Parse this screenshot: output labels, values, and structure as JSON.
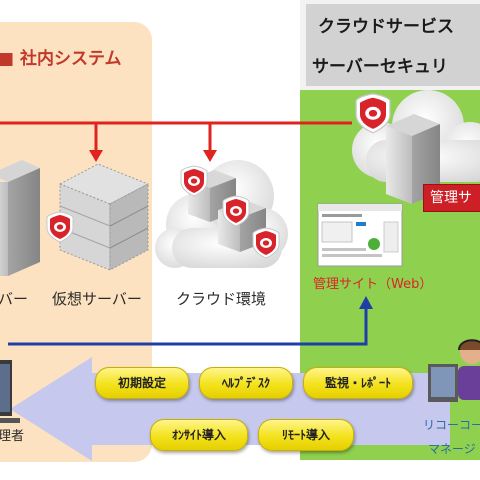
{
  "company_zone": {
    "title": "社内システム",
    "nodes": {
      "server_label": "バー",
      "virtual_server_label": "仮想サーバー",
      "cloud_env_label": "クラウド環境"
    }
  },
  "cloud_zone": {
    "title_line1": "クラウドサービス",
    "title_line2": "サーバーセキュリ",
    "management_server_label": "管理サ",
    "management_site_label": "管理サイト（Web）"
  },
  "services": [
    "初期設定",
    "ﾍﾙﾌﾟﾃﾞｽｸ",
    "監視・ﾚﾎﾟｰﾄ",
    "ｵﾝｻｲﾄ導入",
    "ﾘﾓｰﾄ導入"
  ],
  "people": {
    "admin_label": "理者",
    "ricoh_label": "リコーコー",
    "manager_label": "マネージ"
  },
  "colors": {
    "company_bg": "#fce2c0",
    "cloud_bg": "#8fd14f",
    "arrow_red": "#e0231f",
    "arrow_blue": "#1f3fa8",
    "flow_arrow": "#c6c8ee",
    "pill_yellow": "#f3e21c",
    "shield_red": "#d8232a"
  }
}
